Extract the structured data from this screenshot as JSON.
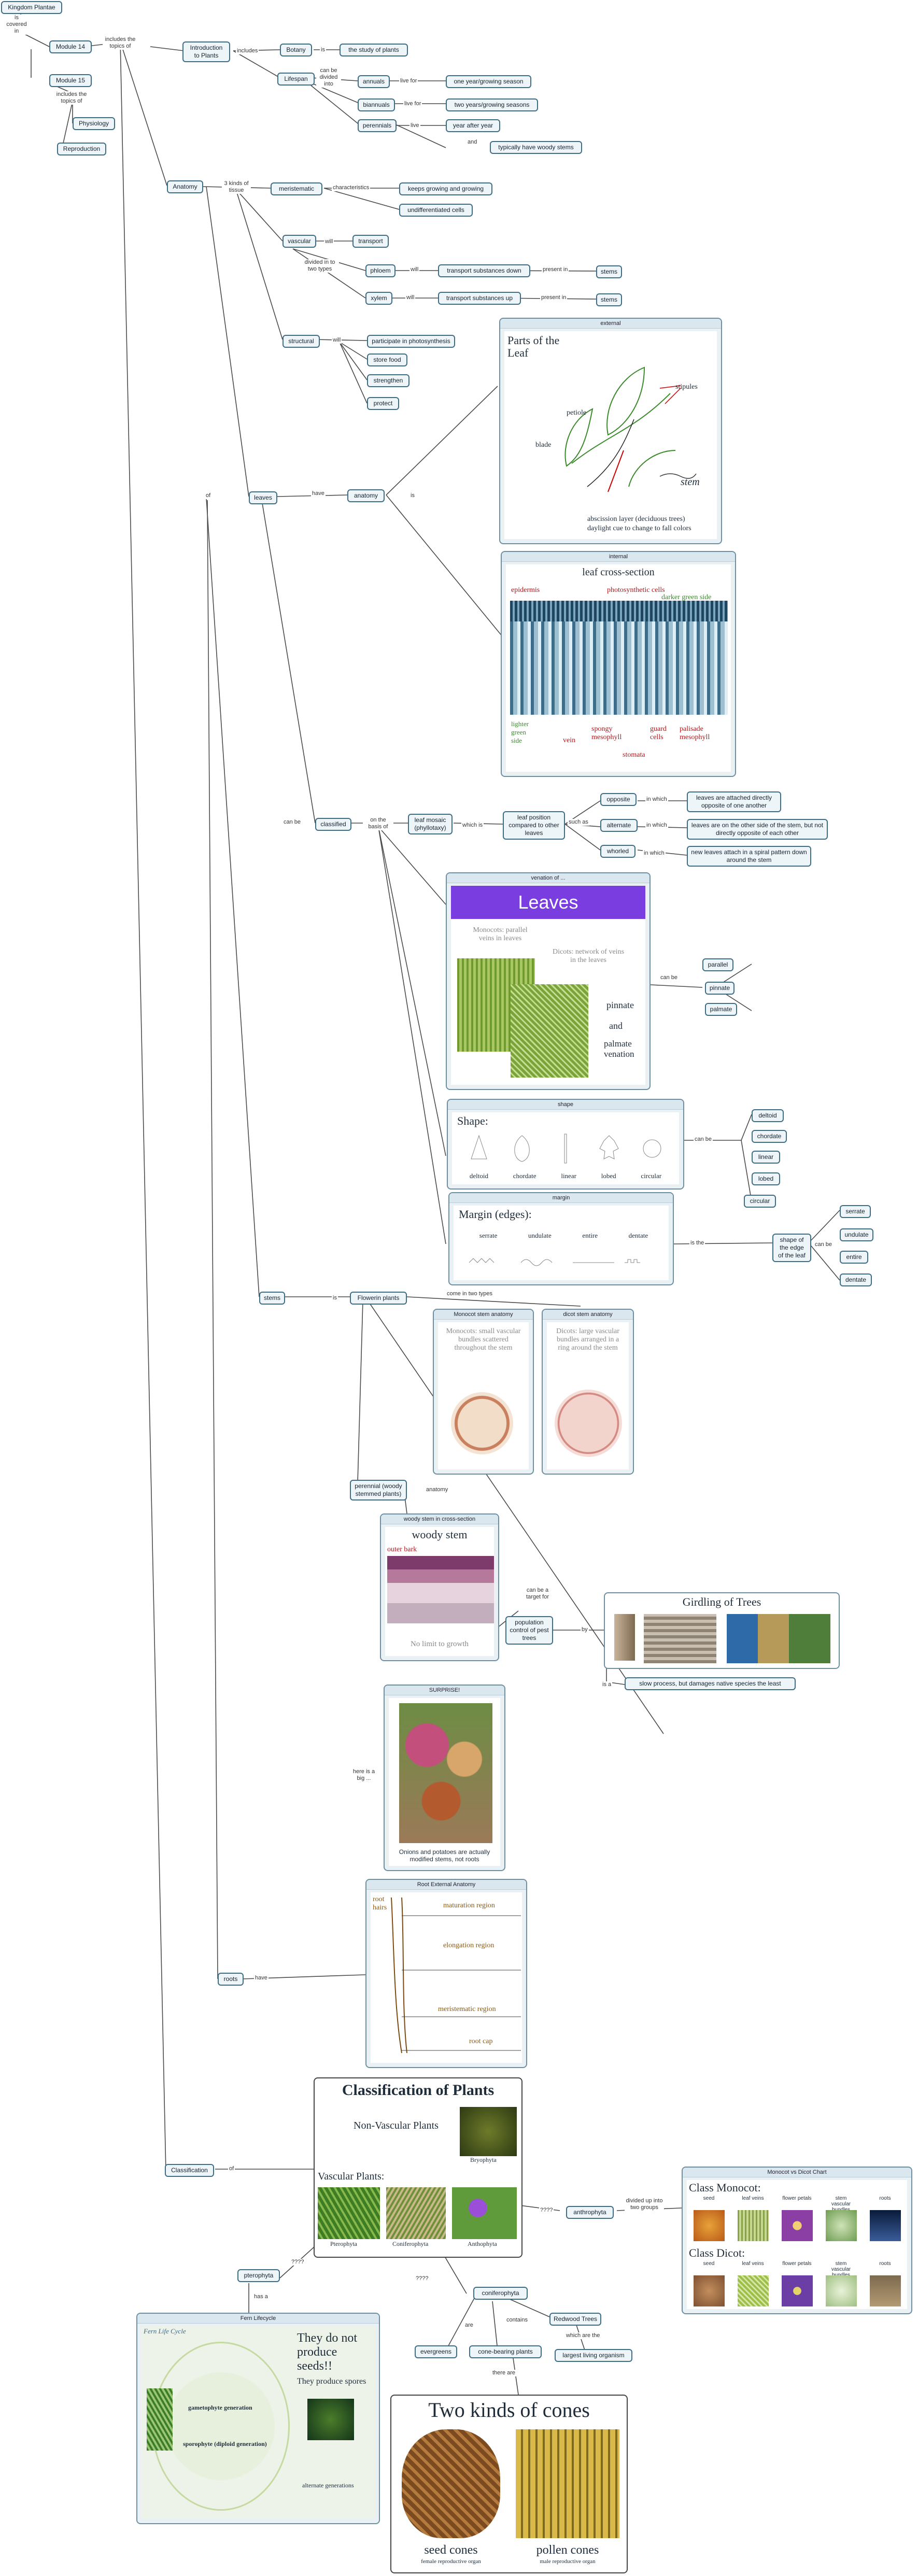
{
  "nodes": {
    "kingdom": "Kingdom Plantae",
    "module14": "Module 14",
    "module15": "Module 15",
    "physiology": "Physiology",
    "reproduction": "Reproduction",
    "intro": "Introduction to Plants",
    "botany": "Botany",
    "botany_def": "the study of plants",
    "lifespan": "Lifespan",
    "annuals": "annuals",
    "annuals_def": "one year/growing season",
    "biannuals": "biannuals",
    "biannuals_def": "two years/growing seasons",
    "perennials": "perennials",
    "perennials_def": "year after year",
    "woody_stems": "typically have woody stems",
    "anatomy": "Anatomy",
    "meristematic": "meristematic",
    "meri_1": "keeps growing and growing",
    "meri_2": "undifferentiated cells",
    "vascular": "vascular",
    "transport": "transport",
    "phloem": "phloem",
    "phloem_def": "transport substances down",
    "stems_a": "stems",
    "xylem": "xylem",
    "xylem_def": "transport substances up",
    "stems_b": "stems",
    "structural": "structural",
    "struct_1": "participate in photosynthesis",
    "struct_2": "store food",
    "struct_3": "strengthen",
    "struct_4": "protect",
    "leaves": "leaves",
    "leaf_anatomy": "anatomy",
    "classified": "classified",
    "leaf_mosaic": "leaf mosaic (phyllotaxy)",
    "leaf_position": "leaf position compared to other leaves",
    "opposite": "opposite",
    "opposite_def": "leaves are attached directly opposite of one another",
    "alternate": "alternate",
    "alternate_def": "leaves are on the other side of the stem, but not directly opposite of each other",
    "whorled": "whorled",
    "whorled_def": "new leaves attach in a spiral pattern down around the stem",
    "parallel": "parallel",
    "pinnate": "pinnate",
    "palmate": "palmate",
    "deltoid": "deltoid",
    "chordate": "chordate",
    "linear": "linear",
    "lobed": "lobed",
    "circular": "circular",
    "shape_edge": "shape of the edge of the leaf",
    "serrate": "serrate",
    "undulate": "undulate",
    "entire": "entire",
    "dentate": "dentate",
    "stems": "stems",
    "flowerin": "Flowerin plants",
    "perennial_woody": "perennial (woody stemmed plants)",
    "population_control": "population control of pest trees",
    "slow_process": "slow process, but damages native species the least",
    "roots": "roots",
    "classification": "Classification",
    "anthrophyta": "anthrophyta",
    "pterophyta": "pterophyta",
    "coniferophyta": "coniferophyta",
    "evergreens": "evergreens",
    "redwood": "Redwood Trees",
    "largest": "largest living organism",
    "cone_bearing": "cone-bearing plants"
  },
  "links": {
    "covered_in": "is covered in",
    "includes_topics": "includes the topics of",
    "includes_topics_2": "includes the topics of",
    "includes": "includes",
    "is": "is",
    "can_be_divided": "can be divided into",
    "live_for_1": "live for",
    "live_for_2": "live for",
    "live_for_3": "live",
    "and": "and",
    "three_kinds": "3 kinds of tissue",
    "characteristics": "characteristics",
    "will_1": "will",
    "divided_two": "divided in to two types",
    "will_2": "will",
    "present_in_1": "present in",
    "will_3": "will",
    "present_in_2": "present in",
    "will_4": "will",
    "of": "of",
    "have": "have",
    "is_1": "is",
    "can_be": "can be",
    "on_the_basis": "on the basis of",
    "which_is": "which is",
    "such_as": "such as",
    "in_which_1": "in which",
    "in_which_2": "in which",
    "in_which_3": "in which",
    "can_be_2": "can be",
    "can_be_3": "can be",
    "is_the": "is the",
    "can_be_4": "can be",
    "is_2": "is",
    "come_two": "come in two types",
    "anatomy_2": "anatomy",
    "can_be_target": "can be a target for",
    "by": "by",
    "is_a": "is a",
    "here_is_big": "here is a big ...",
    "have_2": "have",
    "of_2": "of",
    "qqq_1": "????",
    "divided_groups": "divided up into two groups",
    "has_a": "has a",
    "qqq_2": "????",
    "are": "are",
    "contains": "contains",
    "which_are": "which are the",
    "there_are": "there are"
  },
  "panels": {
    "external": {
      "title": "external",
      "heading": "Parts of the Leaf",
      "stipules": "stipules",
      "petiole": "petiole",
      "blade": "blade",
      "stem": "stem",
      "abscission": "abscission layer (deciduous trees)",
      "daylight": "daylight cue to change to fall colors"
    },
    "internal": {
      "title": "internal",
      "heading": "leaf cross-section",
      "epidermis": "epidermis",
      "photosynthetic": "photosynthetic cells",
      "darker": "darker green side",
      "lighter": "lighter green side",
      "vein": "vein",
      "spongy": "spongy mesophyll",
      "stomata": "stomata",
      "guard": "guard cells",
      "palisade": "palisade mesophyll"
    },
    "venation": {
      "title": "venation of ...",
      "banner": "Leaves",
      "monocot": "Monocots: parallel veins in leaves",
      "dicot": "Dicots: network of veins in the leaves",
      "pinnate": "pinnate",
      "and": "and",
      "palmate": "palmate venation"
    },
    "shape": {
      "title": "shape",
      "heading": "Shape:",
      "labels": [
        "deltoid",
        "chordate",
        "linear",
        "lobed",
        "circular"
      ]
    },
    "margin": {
      "title": "margin",
      "heading": "Margin (edges):",
      "labels": [
        "serrate",
        "undulate",
        "entire",
        "dentate"
      ]
    },
    "monocot_stem": {
      "title": "Monocot stem anatomy",
      "text": "Monocots: small vascular bundles scattered throughout the stem"
    },
    "dicot_stem": {
      "title": "dicot stem anatomy",
      "text": "Dicots: large vascular bundles arranged in a ring around the stem"
    },
    "woody": {
      "title": "woody stem in cross-section",
      "heading": "woody stem",
      "outer_bark": "outer bark",
      "caption": "No limit to growth"
    },
    "girdling": {
      "heading": "Girdling of Trees"
    },
    "surprise": {
      "title": "SURPRISE!",
      "caption": "Onions and potatoes are actually modified stems, not roots"
    },
    "root": {
      "title": "Root External Anatomy",
      "root_hairs": "root hairs",
      "maturation": "maturation region",
      "elongation": "elongation region",
      "meristematic": "meristematic region",
      "root_cap": "root cap"
    },
    "classification": {
      "heading": "Classification of Plants",
      "nonvascular": "Non-Vascular Plants",
      "bryophyta": "Bryophyta",
      "vascular": "Vascular Plants:",
      "pterophyta": "Pterophyta",
      "coniferophyta": "Coniferophyta",
      "anthophyta": "Anthophyta"
    },
    "chart": {
      "title": "Monocot vs Dicot Chart",
      "monocot": "Class Monocot:",
      "dicot": "Class Dicot:",
      "cols": [
        "seed",
        "leaf veins",
        "flower petals",
        "stem vascular bundles",
        "roots"
      ]
    },
    "fern": {
      "title": "Fern Lifecycle",
      "label": "Fern Life Cycle",
      "no_seeds": "They do not produce seeds!!",
      "spores": "They produce spores",
      "gametophyte": "gametophyte generation",
      "sporophyte": "sporophyte (diploid generation)",
      "alternate": "alternate generations"
    },
    "cones": {
      "heading": "Two kinds of cones",
      "seed": "seed cones",
      "seed_sub": "female reproductive organ",
      "pollen": "pollen cones",
      "pollen_sub": "male reproductive organ"
    }
  }
}
